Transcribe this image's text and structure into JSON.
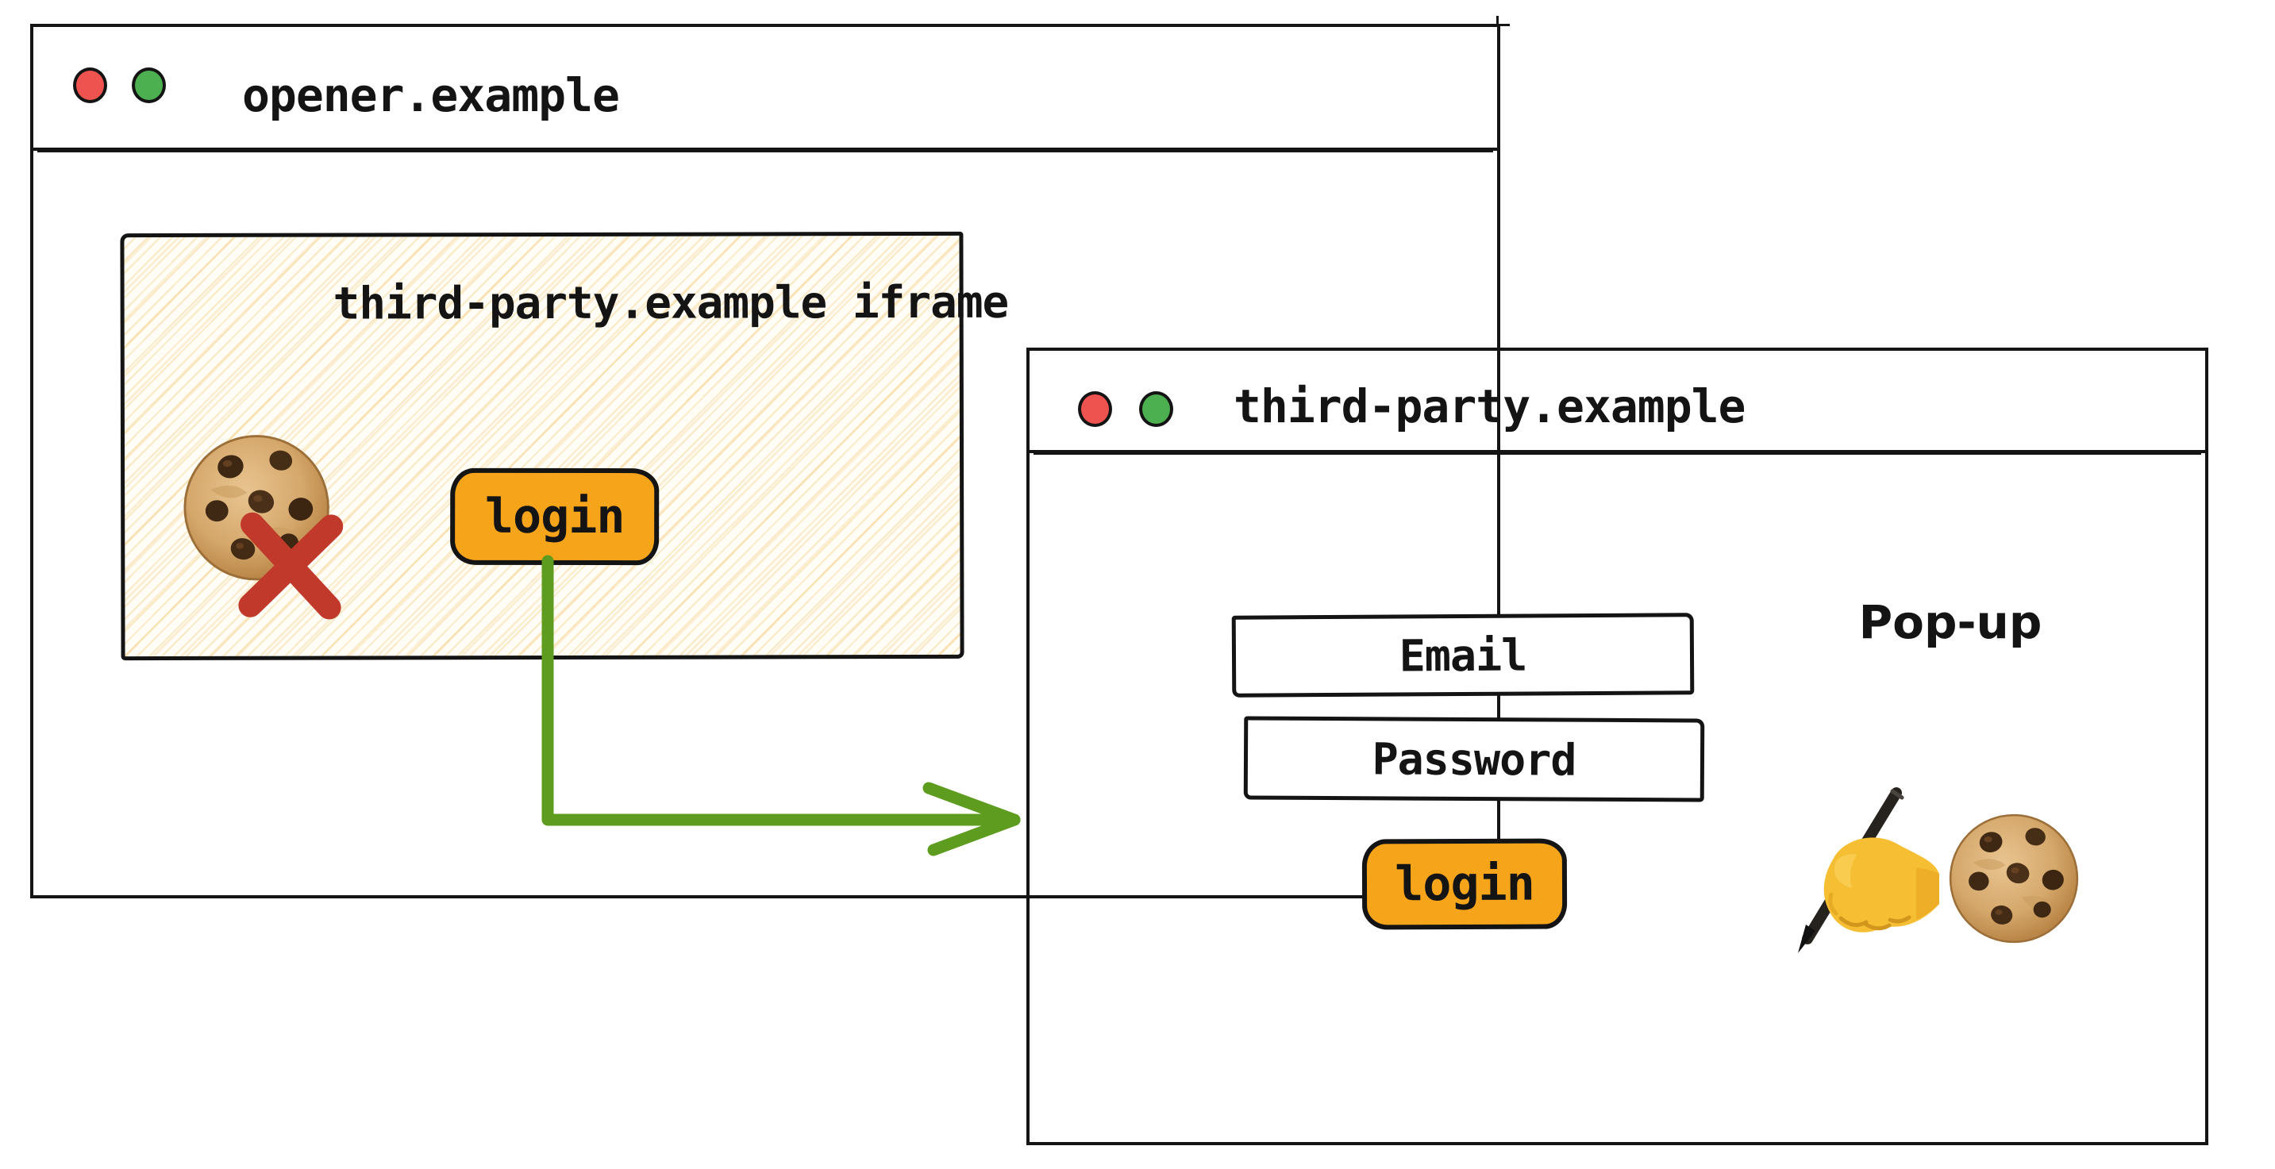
{
  "opener_window": {
    "title": "opener.example",
    "iframe": {
      "title": "third-party.example iframe",
      "login_button_label": "login",
      "blocked_cookie_icon": "cookie-with-red-cross"
    }
  },
  "popup_window": {
    "title": "third-party.example",
    "annotation_label": "Pop-up",
    "email_field_label": "Email",
    "password_field_label": "Password",
    "login_button_label": "login",
    "writing_hand_icon": "writing-hand",
    "cookie_icon": "chocolate-chip-cookie"
  },
  "arrow": {
    "description": "green-arrow-from-iframe-login-to-popup"
  },
  "colors": {
    "button_orange": "#f6a41a",
    "arrow_green": "#5d9c1e",
    "cross_red": "#c0392b",
    "traffic_dot_red": "#ef5350",
    "traffic_dot_green": "#4caf50",
    "outline_ink": "#141414",
    "hatch_cream": "#f3c369"
  }
}
